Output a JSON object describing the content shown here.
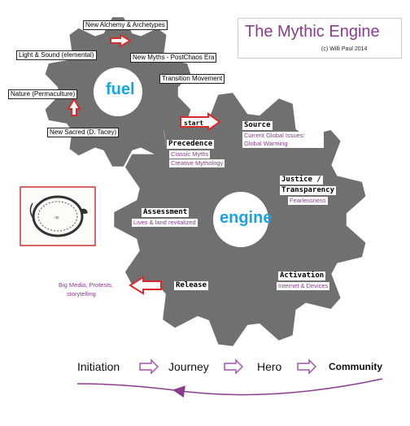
{
  "title": {
    "text": "The Mythic Engine",
    "copyright": "(c) Willi Paul 2014"
  },
  "colors": {
    "gear": "#707070",
    "title": "#8a3c8e",
    "purple": "#8a3c8e",
    "blue": "#1aa3e0",
    "arrow": "#d62b2b"
  },
  "fuel": {
    "label": "fuel",
    "inputs": [
      "New Alchemy & Archetypes",
      "Light & Sound (elemental)",
      "New Myths - PostChaos Era",
      "Transition Movement",
      "Nature (Permaculture)",
      "New Sacred (D. Tacey)"
    ]
  },
  "start_label": "start",
  "engine": {
    "label": "engine",
    "stages": {
      "source": {
        "name": "Source",
        "detail": "Current Global Issues: Global Warming"
      },
      "precedence": {
        "name": "Precedence",
        "details": [
          "Classic Myths",
          "Creative Mythology"
        ]
      },
      "justice": {
        "name_line1": "Justice /",
        "name_line2": "Transparency",
        "detail": "Fearlessness"
      },
      "assessment": {
        "name": "Assessment",
        "detail": "Lives & land revitalized"
      },
      "activation": {
        "name": "Activation",
        "detail": "Internet & Devices"
      },
      "release": {
        "name": "Release",
        "output_line1": "Big Media, Protests,",
        "output_line2": "storytelling"
      }
    }
  },
  "flow": [
    "Initiation",
    "Journey",
    "Hero",
    "Community"
  ],
  "image_icon": "ouroboros-engraving"
}
